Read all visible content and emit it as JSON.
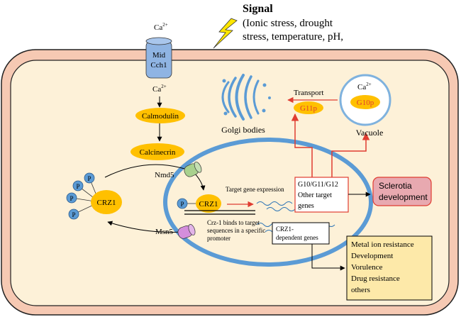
{
  "signal": {
    "title": "Signal",
    "line1": "(Ionic stress, drought",
    "line2": "stress, temperature, pH,"
  },
  "channel": {
    "line1": "Mid",
    "line2": "Cch1"
  },
  "ion_outside": {
    "base": "Ca",
    "sup": "2+"
  },
  "ion_inside": {
    "base": "Ca",
    "sup": "2+"
  },
  "calmodulin": "Calmodulin",
  "calcineurin": "Calcinecrin",
  "crz1_cyto": "CRZ1",
  "crz1_nuc": "CRZ1",
  "phospho": "P",
  "nmd5": "Nmd5",
  "msn5": "Msn5",
  "golgi": "Golgi bodies",
  "transport": "Transport",
  "g11p": "G11p",
  "g10p": "G10p",
  "vacuole": "Vacuole",
  "vacuole_ion": {
    "base": "Ca",
    "sup": "2+"
  },
  "target_expr": "Target gene expression",
  "binding_note": [
    "Crz-1 binds to target",
    "sequences in a specific",
    "promoter"
  ],
  "target_genes": [
    "G10/G11/G12",
    "Other target",
    "genes"
  ],
  "sclerotia": [
    "Sclerotia",
    "development"
  ],
  "crz1_dep": [
    "CRZ1-",
    "dependent genes"
  ],
  "outcomes": [
    "Metal ion resistance",
    "Development",
    "Vorulence",
    "Drug resistance",
    "others"
  ],
  "colors": {
    "cell_wall": "#f6c9b3",
    "cytoplasm": "#fdf1d8",
    "nucleus_border": "#5b9bd5",
    "protein": "#ffc000",
    "phospho_fill": "#5b9bd5",
    "arrow_red": "#e03c31",
    "sclerotia_fill": "#e8a9b0",
    "outcome_fill": "#fde9a9",
    "channel": "#8fb4e3",
    "nmd5": "#a9d18e",
    "msn5": "#d48edc"
  }
}
